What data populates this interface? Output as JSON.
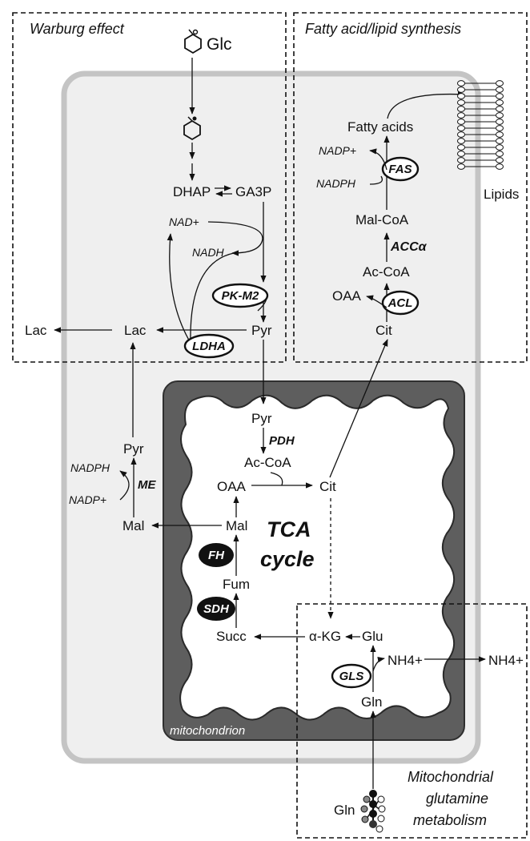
{
  "sections": {
    "warburg": "Warburg effect",
    "fatty": "Fatty acid/lipid synthesis",
    "glutamine": [
      "Mitochondrial",
      "glutamine",
      "metabolism"
    ],
    "mito": "mitochondrion",
    "tca": [
      "TCA",
      "cycle"
    ]
  },
  "metabolites": {
    "glc": "Glc",
    "dhap": "DHAP",
    "ga3p": "GA3P",
    "nad_plus": "NAD+",
    "nadh": "NADH",
    "pyr_cyto": "Pyr",
    "lac_cell": "Lac",
    "lac_out": "Lac",
    "pyr_mito": "Pyr",
    "accoa_mito": "Ac-CoA",
    "oaa_mito": "OAA",
    "cit_mito": "Cit",
    "mal_mito": "Mal",
    "fum": "Fum",
    "succ": "Succ",
    "akg": "α-KG",
    "glu": "Glu",
    "nh4_in": "NH4+",
    "nh4_out": "NH4+",
    "gln_in": "Gln",
    "gln_out": "Gln",
    "pyr_me": "Pyr",
    "mal_cyto": "Mal",
    "nadph_me": "NADPH",
    "nadp_me": "NADP+",
    "fatty_acids": "Fatty acids",
    "nadp_fas": "NADP+",
    "nadph_fas": "NADPH",
    "malcoa": "Mal-CoA",
    "accoa_cyto": "Ac-CoA",
    "oaa_cyto": "OAA",
    "cit_cyto": "Cit",
    "lipids": "Lipids"
  },
  "enzymes": {
    "pkm2": "PK-M2",
    "ldha": "LDHA",
    "pdh": "PDH",
    "me": "ME",
    "fh": "FH",
    "sdh": "SDH",
    "gls": "GLS",
    "fas": "FAS",
    "acc": "ACCα",
    "acl": "ACL"
  },
  "colors": {
    "cell_fill": "#efefef",
    "cell_border": "#c4c4c4",
    "mito_fill": "#5e5e5e",
    "enzyme_dark_fill": "#111111"
  }
}
